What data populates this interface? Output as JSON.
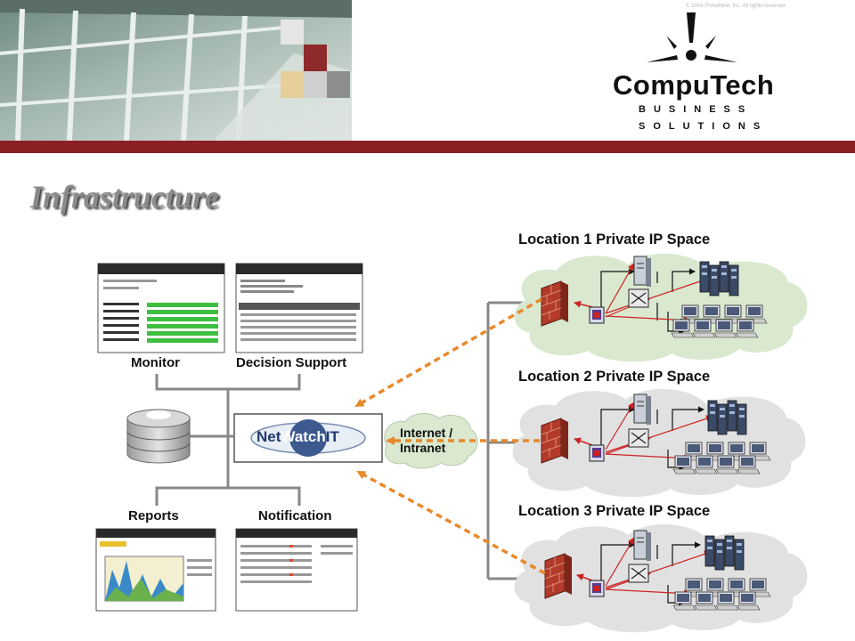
{
  "copyright": "© 2004 PrimeNine, Inc. All rights reserved.",
  "brand": {
    "name": "CompuTech",
    "line1": "BUSINESS",
    "line2": "SOLUTIONS"
  },
  "title": "Infrastructure",
  "modules": {
    "monitor": "Monitor",
    "decision_support": "Decision Support",
    "reports": "Reports",
    "notification": "Notification"
  },
  "netwatch": {
    "name_left": "Net",
    "name_mid": "Watch",
    "name_right": "IT"
  },
  "network": {
    "line1": "Internet /",
    "line2": "Intranet"
  },
  "locations": [
    {
      "label": "Location 1 Private IP Space"
    },
    {
      "label": "Location 2 Private IP Space"
    },
    {
      "label": "Location 3 Private IP Space"
    }
  ],
  "colors": {
    "maroon": "#8a1f24",
    "arrow_orange": "#e8892c",
    "firewall_red": "#b33a2a",
    "cloud_green": "#d9e8cf",
    "cloud_gray": "#e1e1e1",
    "connector_gray": "#888888"
  }
}
